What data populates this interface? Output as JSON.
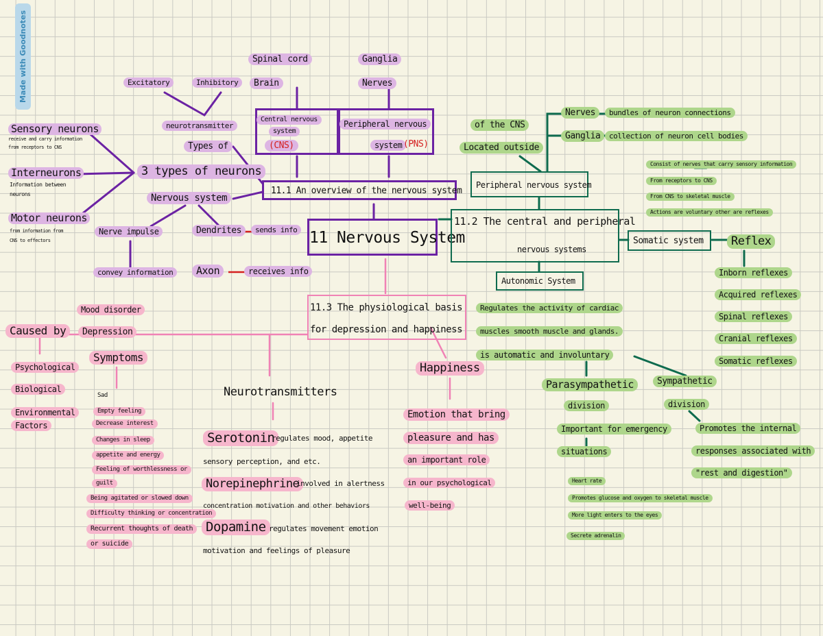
{
  "watermark": "Made with Goodnotes",
  "center": "11 Nervous System",
  "s111": {
    "title": "11.1 An overview of the nervous system",
    "cns": {
      "box_line1": "Central nervous",
      "box_line2": "system",
      "box_abbr": "(CNS)",
      "top": "Spinal cord",
      "brain": "Brain"
    },
    "pns": {
      "box_line1": "Peripheral nervous",
      "box_line2": "system",
      "box_abbr": "(PNS)",
      "top": "Ganglia",
      "nerves": "Nerves"
    },
    "neurotransmitter": "neurotransmitter",
    "excitatory": "Excitatory",
    "inhibitory": "Inhibitory",
    "types_of": "Types of",
    "three_types": "3 types of neurons",
    "nervous_system": "Nervous system",
    "sensory": {
      "label": "Sensory neurons",
      "note1": "receive and carry information",
      "note2": "from receptors to CNS"
    },
    "interneurons": {
      "label": "Interneurons",
      "note1": "Information between",
      "note2": "neurons"
    },
    "motor": {
      "label": "Motor neurons",
      "note1": "from information from",
      "note2": "CNS to effectors"
    },
    "nerve_impulse": "Nerve impulse",
    "convey_information": "convey information",
    "dendrites": "Dendrites",
    "dendrites_note": "sends info",
    "axon": "Axon",
    "axon_note": "receives info"
  },
  "s112": {
    "title_line1": "11.2  The central and peripheral",
    "title_line2": "nervous systems",
    "peripheral": "Peripheral nervous system",
    "of_cns": "of the CNS",
    "located_outside": "Located outside",
    "nerves": "Nerves",
    "nerves_def": "bundles of neuron connections",
    "ganglia": "Ganglia",
    "ganglia_def": "collection of neuron cell bodies",
    "somatic": "Somatic system",
    "somatic_notes": [
      "Consist of nerves that carry sensory information",
      "From receptors to CNS",
      "From CNS to skeletal muscle",
      "Actions are voluntary other are reflexes"
    ],
    "reflex": "Reflex",
    "reflexes": [
      "Inborn reflexes",
      "Acquired reflexes",
      "Spinal reflexes",
      "Cranial reflexes",
      "Somatic reflexes"
    ],
    "autonomic": "Autonomic System",
    "autonomic_notes": [
      "Regulates the activity of cardiac",
      "muscles smooth muscle and glands.",
      "is automatic and involuntary"
    ],
    "parasympathetic": "Parasympathetic",
    "parasympathetic2": "division",
    "para_notes": [
      "Important for emergency",
      "situations"
    ],
    "sympathetic": "Sympathetic",
    "sympathetic2": "division",
    "symp_notes": [
      "Promotes the internal",
      "responses associated with",
      "\"rest and digestion\""
    ],
    "small_notes": [
      "Heart rate",
      "Promotes glucose and oxygen to skeletal muscle",
      "More light enters to the eyes",
      "Secrete adrenalin"
    ]
  },
  "s113": {
    "title_line1": "11.3  The physiological basis",
    "title_line2": "for depression and happiness",
    "mood_disorder": "Mood disorder",
    "depression": "Depression",
    "caused_by": "Caused by",
    "causes": [
      "Psychological",
      "Biological",
      "Environmental",
      "Factors"
    ],
    "symptoms": "Symptoms",
    "symptom_list": [
      "Sad",
      "Empty feeling",
      "Decrease interest",
      "Changes in sleep",
      "appetite and energy",
      "Feeling of worthlessness or",
      "guilt",
      "Being agitated or slowed down",
      "Difficulty thinking or concentration",
      "Recurrent thoughts of death",
      "or suicide"
    ],
    "neurotransmitters": "Neurotransmitters",
    "serotonin": "Serotonin",
    "serotonin_l1": "regulates mood, appetite",
    "serotonin_l2": "sensory perception, and etc.",
    "norepinephrine": "Norepinephrine",
    "norepinephrine_l1": "involved in alertness",
    "norepinephrine_l2": "concentration motivation and other behaviors",
    "dopamine": "Dopamine",
    "dopamine_l1": "regulates movement emotion",
    "dopamine_l2": "motivation and feelings of pleasure",
    "happiness": "Happiness",
    "happiness_def": [
      "Emotion that bring",
      "pleasure and has",
      "an important role",
      "in our psychological",
      "well-being"
    ]
  },
  "colors": {
    "purple": "#6b22a3",
    "green": "#0e6b4e",
    "pink": "#f082b5",
    "red_accent": "#d42020"
  }
}
